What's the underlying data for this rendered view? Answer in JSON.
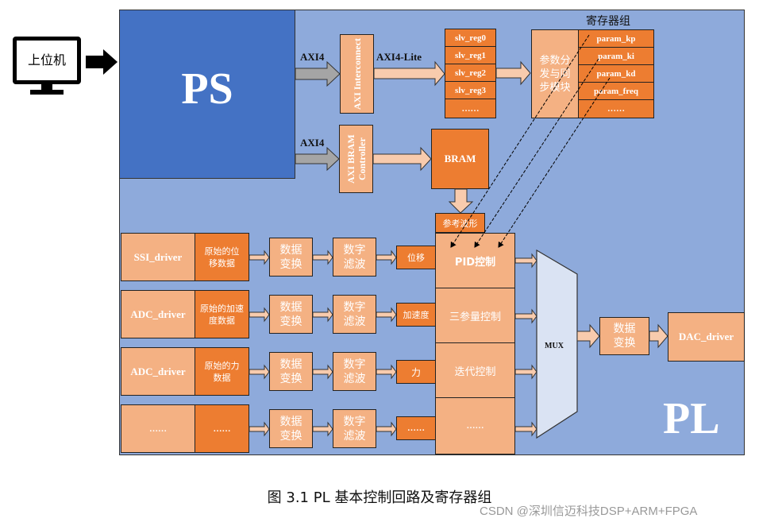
{
  "host": {
    "label": "上位机"
  },
  "ps": {
    "label": "PS"
  },
  "pl": {
    "label": "PL"
  },
  "links": {
    "axi4_top": "AXI4",
    "axi4_bottom": "AXI4",
    "axi4_lite": "AXI4-Lite"
  },
  "axi_interconnect": {
    "label": "AXI Interconnect"
  },
  "axi_bram_controller": {
    "label": "AXI BRAM Controller"
  },
  "slv_regs": [
    "slv_reg0",
    "slv_reg1",
    "slv_reg2",
    "slv_reg3",
    "……"
  ],
  "sync_module": {
    "label": "参数分发与同步模块"
  },
  "register_group": {
    "title": "寄存器组",
    "items": [
      "param_kp",
      "param_ki",
      "param_kd",
      "param_freq",
      "……"
    ]
  },
  "bram": {
    "label": "BRAM"
  },
  "ref_waveform": {
    "label": "参考波形"
  },
  "rows": [
    {
      "driver": "SSI_driver",
      "raw": "原始的位移数据",
      "convert": "数据变换",
      "filter": "数字滤波",
      "signal": "位移"
    },
    {
      "driver": "ADC_driver",
      "raw": "原始的加速度数据",
      "convert": "数据变换",
      "filter": "数字滤波",
      "signal": "加速度"
    },
    {
      "driver": "ADC_driver",
      "raw": "原始的力数据",
      "convert": "数据变换",
      "filter": "数字滤波",
      "signal": "力"
    },
    {
      "driver": "……",
      "raw": "……",
      "convert": "数据变换",
      "filter": "数字滤波",
      "signal": "……"
    }
  ],
  "controllers": [
    "PID控制",
    "三参量控制",
    "迭代控制",
    "……"
  ],
  "mux": {
    "label": "MUX"
  },
  "output_convert": {
    "label": "数据变换"
  },
  "dac": {
    "label": "DAC_driver"
  },
  "caption": "图 3.1 PL 基本控制回路及寄存器组",
  "watermark": "CSDN @深圳信迈科技DSP+ARM+FPGA",
  "colors": {
    "ps": "#4472c4",
    "pl": "#8eaadb",
    "light_block": "#f4b183",
    "dark_block": "#ed7d31",
    "mux": "#dae3f3"
  }
}
